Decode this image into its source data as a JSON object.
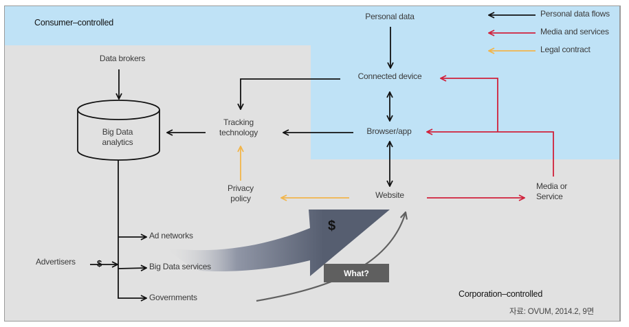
{
  "zones": {
    "consumer": "Consumer–controlled",
    "corporation": "Corporation–controlled"
  },
  "legend": [
    {
      "label": "Personal data flows",
      "color": "#111111"
    },
    {
      "label": "Media and services",
      "color": "#d0203a"
    },
    {
      "label": "Legal contract",
      "color": "#f2b54a"
    }
  ],
  "nodes": {
    "personal_data": "Personal data",
    "connected_device": "Connected device",
    "browser_app": "Browser/app",
    "website": "Website",
    "media_service_1": "Media or",
    "media_service_2": "Service",
    "tracking_1": "Tracking",
    "tracking_2": "technology",
    "privacy_1": "Privacy",
    "privacy_2": "policy",
    "data_brokers": "Data brokers",
    "bigdata_1": "Big Data",
    "bigdata_2": "analytics",
    "ad_networks": "Ad networks",
    "bigdata_services": "Big Data services",
    "governments": "Governments",
    "advertisers": "Advertisers"
  },
  "money": {
    "dollar_big": "$",
    "dollar_small": "$",
    "what_label": "What?"
  },
  "colors": {
    "consumer_zone": "#bfe2f6",
    "corporation_zone": "#e1e1e1",
    "personal_flow": "#111111",
    "media_flow": "#d0203a",
    "legal_flow": "#f2b54a"
  },
  "source": "자료: OVUM, 2014.2, 9면"
}
